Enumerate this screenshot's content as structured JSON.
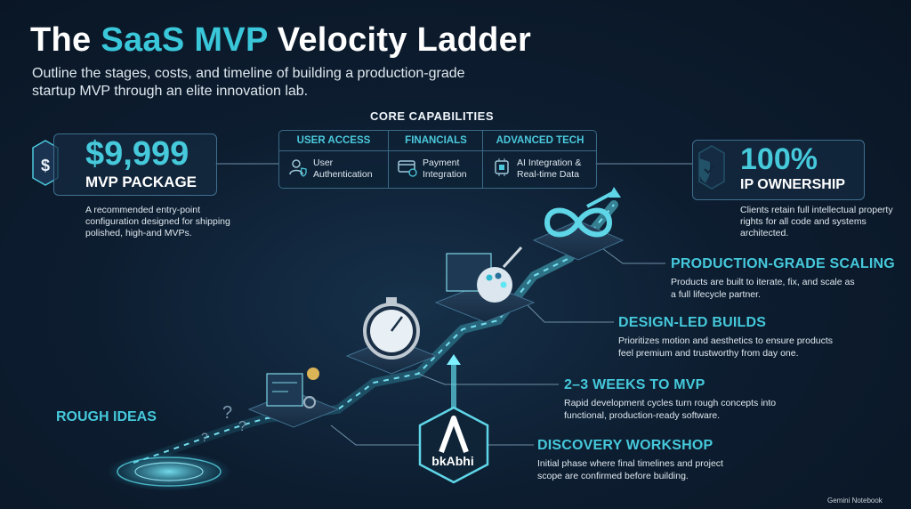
{
  "header": {
    "title_prefix": "The ",
    "title_accent": "SaaS MVP",
    "title_suffix": " Velocity Ladder",
    "subtitle": "Outline the stages, costs, and timeline of building a production-grade startup MVP through an elite innovation lab."
  },
  "capabilities": {
    "title": "CORE CAPABILITIES",
    "columns": [
      {
        "heading": "USER ACCESS",
        "line1": "User",
        "line2": "Authentication",
        "icon": "user-shield-icon"
      },
      {
        "heading": "FINANCIALS",
        "line1": "Payment",
        "line2": "Integration",
        "icon": "credit-card-icon"
      },
      {
        "heading": "ADVANCED TECH",
        "line1": "AI Integration &",
        "line2": "Real-time Data",
        "icon": "chip-icon"
      }
    ]
  },
  "package": {
    "value": "$9,999",
    "label": "MVP PACKAGE",
    "description": "A recommended entry-point configuration designed for shipping polished, high-and MVPs.",
    "icon": "dollar-badge-icon"
  },
  "ownership": {
    "value": "100%",
    "label": "IP OWNERSHIP",
    "description": "Clients retain full intellectual property rights for all code and systems architected.",
    "icon": "shield-check-icon"
  },
  "stages": [
    {
      "title": "PRODUCTION-GRADE SCALING",
      "description": "Products are built to iterate, fix, and scale as a full lifecycle partner.",
      "icon": "infinity-arrow-icon"
    },
    {
      "title": "DESIGN-LED BUILDS",
      "description": "Prioritizes motion and aesthetics to ensure products feel premium and trustworthy from day one.",
      "icon": "design-palette-icon"
    },
    {
      "title": "2–3 WEEKS TO MVP",
      "description": "Rapid development cycles turn rough concepts into functional, production-ready software.",
      "icon": "stopwatch-icon"
    },
    {
      "title": "DISCOVERY WORKSHOP",
      "description": "Initial phase where final timelines and project scope are confirmed before building.",
      "icon": "blueprint-lightbulb-icon"
    }
  ],
  "rough_ideas": "ROUGH IDEAS",
  "brand": {
    "name": "bkAbhi",
    "icon": "brand-logo-icon"
  },
  "credit": "Gemini Notebook",
  "colors": {
    "accent": "#45c9db",
    "background": "#0d1d30",
    "border": "#3f6f8e"
  }
}
